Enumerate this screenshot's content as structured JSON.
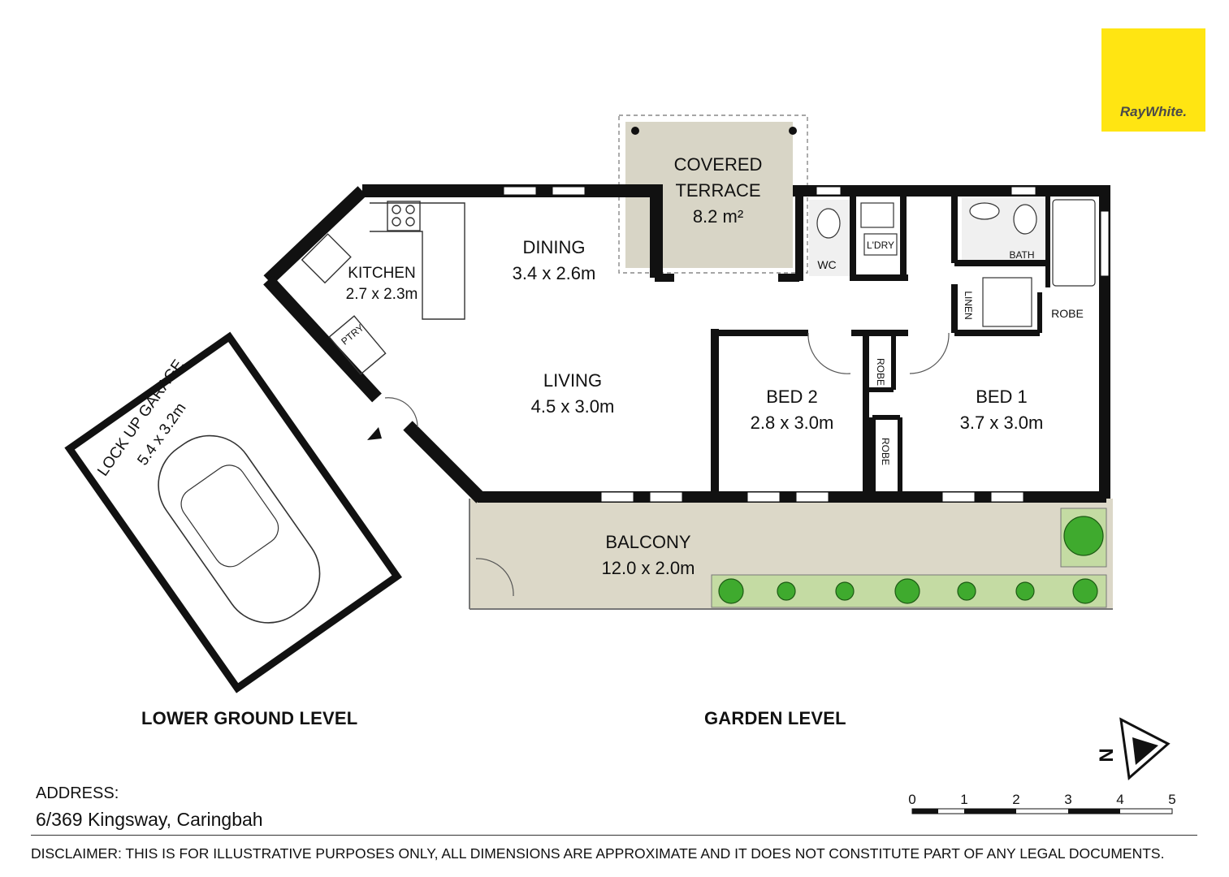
{
  "brand": {
    "logo_text": "RayWhite.",
    "logo_color": "#ffe512"
  },
  "rooms": {
    "terrace": {
      "name_line1": "COVERED",
      "name_line2": "TERRACE",
      "size": "8.2 m²"
    },
    "dining": {
      "name": "DINING",
      "size": "3.4 x 2.6m"
    },
    "kitchen": {
      "name": "KITCHEN",
      "size": "2.7 x 2.3m"
    },
    "living": {
      "name": "LIVING",
      "size": "4.5 x 3.0m"
    },
    "bed2": {
      "name": "BED 2",
      "size": "2.8 x 3.0m"
    },
    "bed1": {
      "name": "BED 1",
      "size": "3.7 x 3.0m"
    },
    "balcony": {
      "name": "BALCONY",
      "size": "12.0 x 2.0m"
    },
    "garage": {
      "name": "LOCK UP GARAGE",
      "size": "5.4 x 3.2m"
    },
    "wc": "WC",
    "laundry": "L'DRY",
    "bath": "BATH",
    "linen": "LINEN",
    "robe": "ROBE",
    "pantry": "PTRY"
  },
  "levels": {
    "lower": "LOWER GROUND LEVEL",
    "garden": "GARDEN LEVEL"
  },
  "address": {
    "heading": "ADDRESS:",
    "value": "6/369 Kingsway, Caringbah"
  },
  "scale": {
    "ticks": [
      "0",
      "1",
      "2",
      "3",
      "4",
      "5"
    ]
  },
  "compass": {
    "north_label": "N"
  },
  "disclaimer": "DISCLAIMER: THIS IS FOR ILLUSTRATIVE PURPOSES ONLY, ALL DIMENSIONS ARE APPROXIMATE AND IT DOES NOT CONSTITUTE PART OF ANY LEGAL DOCUMENTS.",
  "colors": {
    "wall": "#111111",
    "terrace_fill": "#d8d5c6",
    "balcony_fill": "#dcd8c8",
    "garden_fill": "#c4dba3"
  }
}
